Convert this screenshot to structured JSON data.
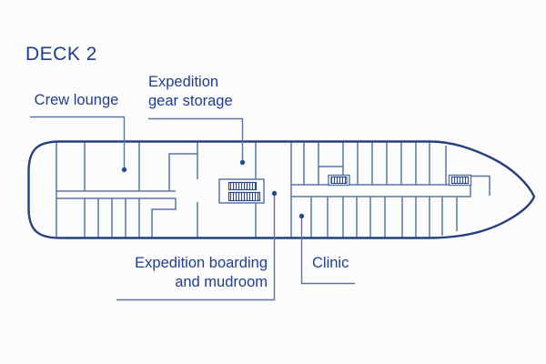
{
  "title": "DECK 2",
  "labels": {
    "crew_lounge": {
      "text": "Crew lounge"
    },
    "gear_storage": {
      "line1": "Expedition",
      "line2": "gear storage"
    },
    "boarding_mudroom": {
      "line1": "Expedition boarding",
      "line2": "and mudroom"
    },
    "clinic": {
      "text": "Clinic"
    }
  },
  "colors": {
    "background": "#fcfcfc",
    "text": "#1f3e8e",
    "hull_outline": "#24407d",
    "interior_wall": "#5b74a8",
    "leader_line": "#5b74a8",
    "marker_dot": "#2a4a8f",
    "stair_hatch": "#2a4a8f"
  }
}
